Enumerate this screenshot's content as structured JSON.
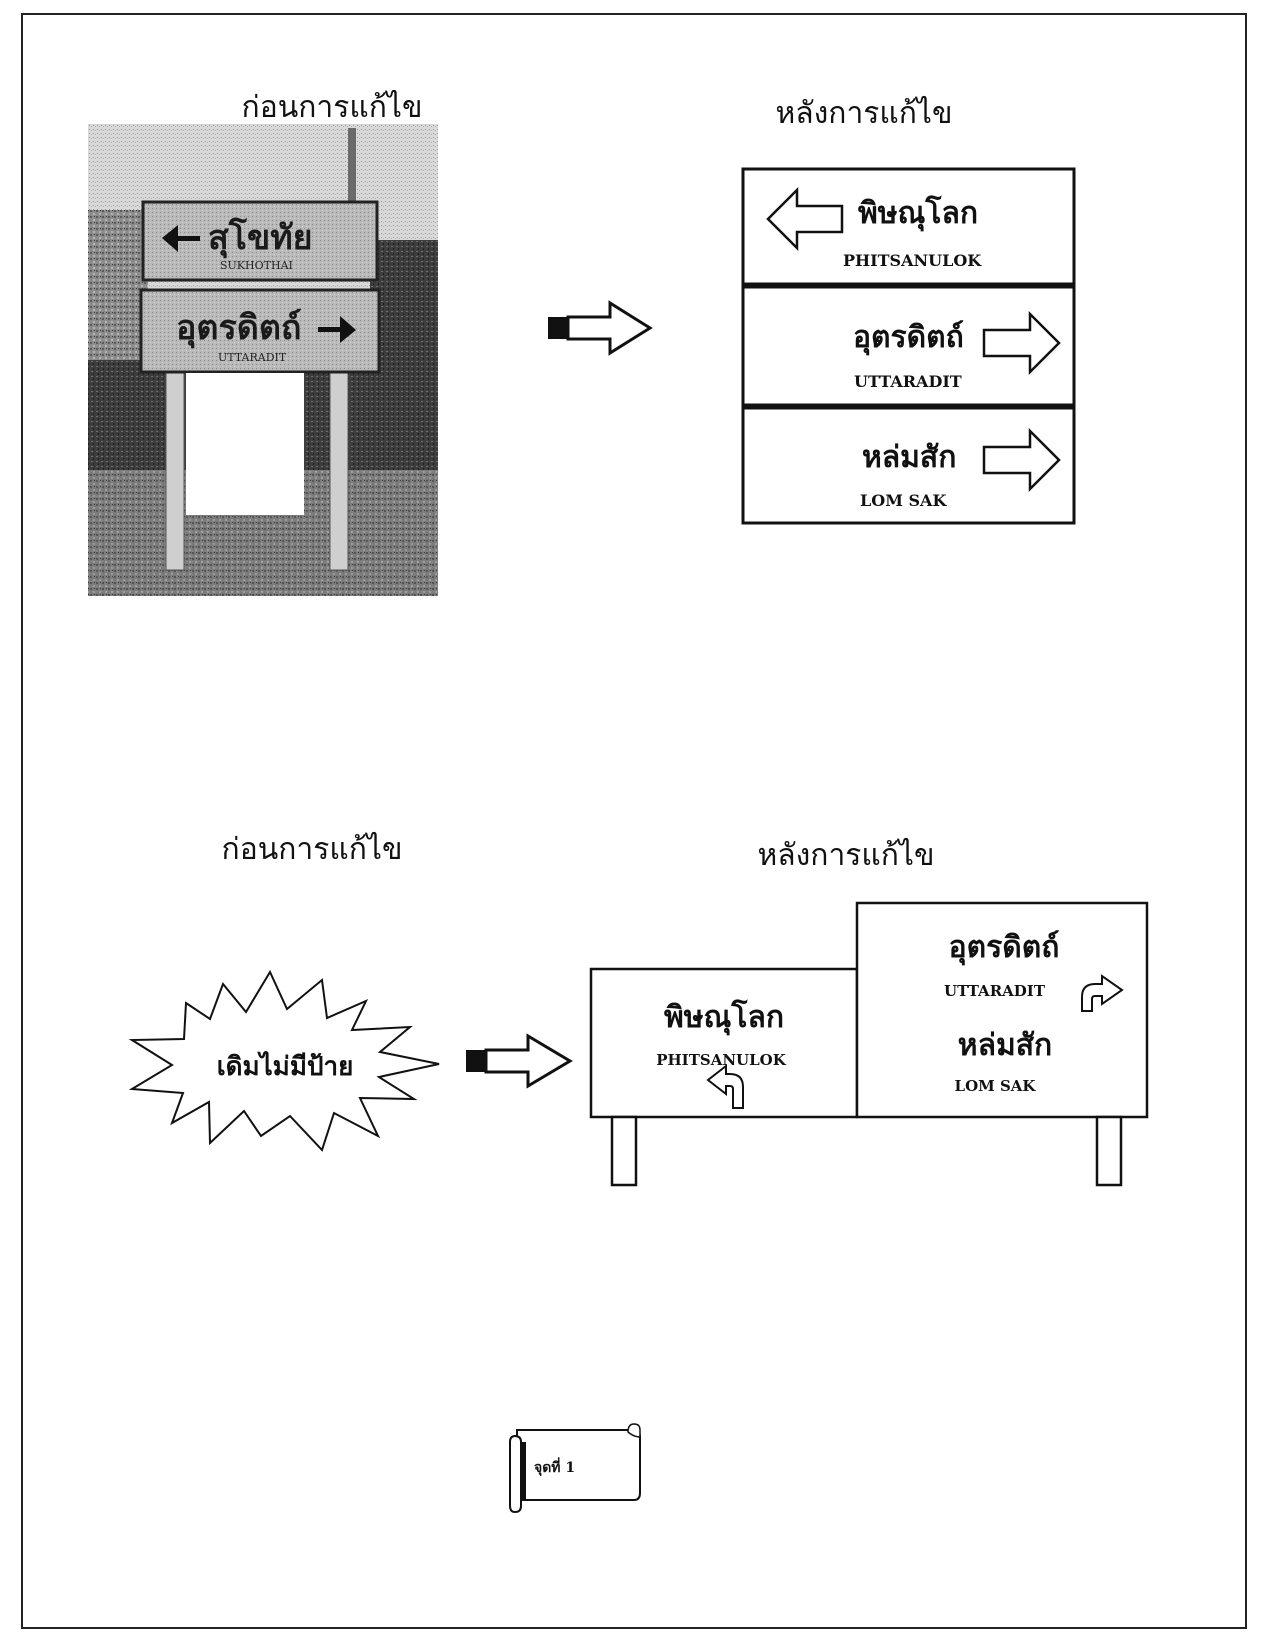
{
  "sections": {
    "top": {
      "before_heading": "ก่อนการแก้ไข",
      "after_heading": "หลังการแก้ไข",
      "photo": {
        "sign1_thai": "สุโขทัย",
        "sign1_eng": "SUKHOTHAI",
        "sign2_thai": "อุตรดิตถ์",
        "sign2_eng": "UTTARADIT"
      },
      "after_sign": {
        "row1_thai": "พิษณุโลก",
        "row1_eng": "PHITSANULOK",
        "row2_thai": "อุตรดิตถ์",
        "row2_eng": "UTTARADIT",
        "row3_thai": "หล่มสัก",
        "row3_eng": "LOM  SAK"
      }
    },
    "bottom": {
      "before_heading": "ก่อนการแก้ไข",
      "after_heading": "หลังการแก้ไข",
      "burst_text": "เดิมไม่มีป้าย",
      "left_panel": {
        "thai": "พิษณุโลก",
        "eng": "PHITSANULOK"
      },
      "right_panel": {
        "row1_thai": "อุตรดิตถ์",
        "row1_eng": "UTTARADIT",
        "row2_thai": "หล่มสัก",
        "row2_eng": "LOM  SAK"
      }
    }
  },
  "scroll_label": "จุดที่ 1"
}
